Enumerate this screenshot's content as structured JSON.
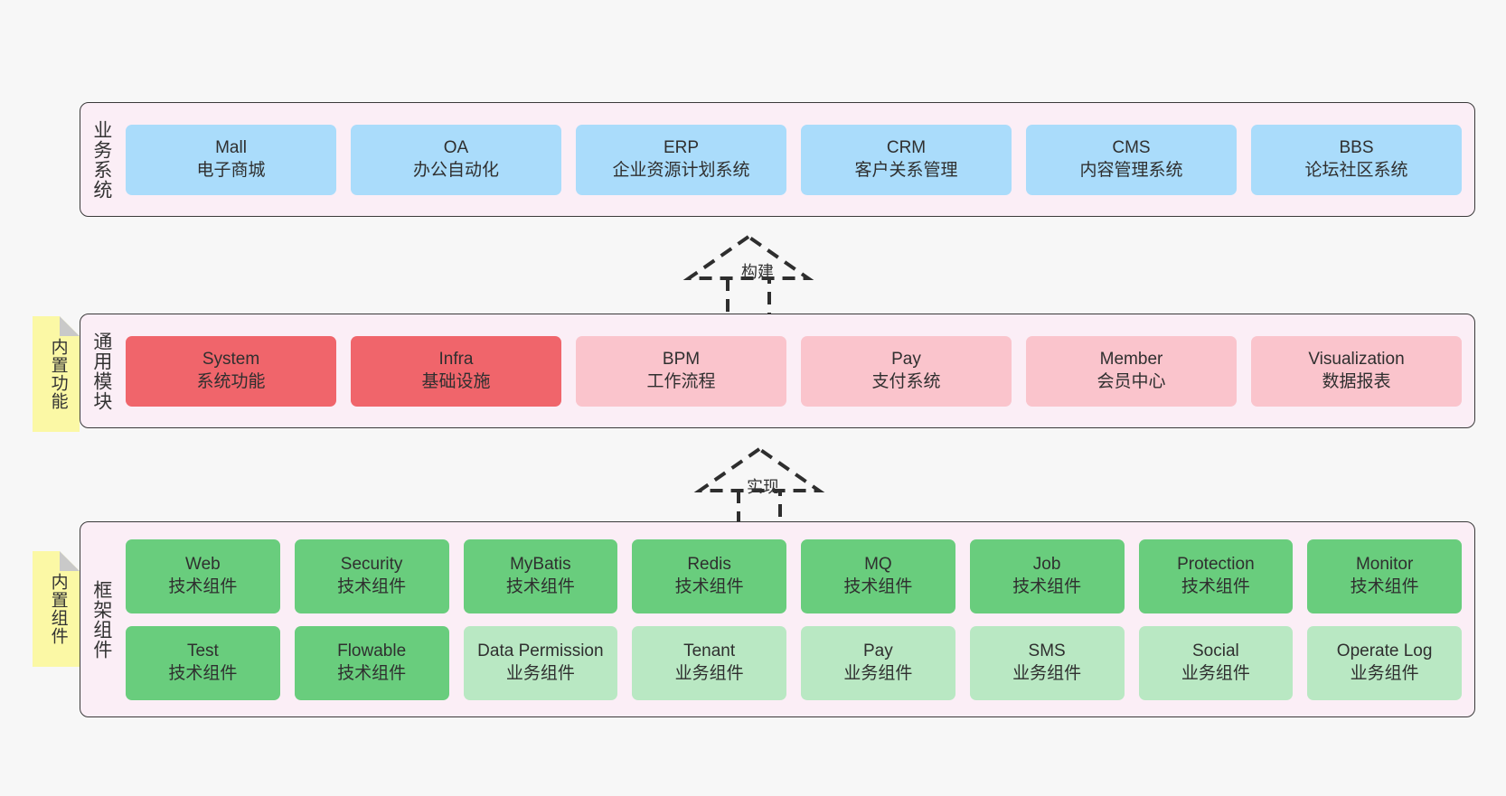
{
  "diagram": {
    "background_color": "#f7f7f7",
    "panel_bg": "#fbeef6",
    "panel_border": "#3a3a3a",
    "sticky_bg": "#fbf8a5"
  },
  "layers": {
    "business": {
      "label": "业务系统",
      "card_color": "#aadcfb",
      "cards": [
        {
          "t1": "Mall",
          "t2": "电子商城"
        },
        {
          "t1": "OA",
          "t2": "办公自动化"
        },
        {
          "t1": "ERP",
          "t2": "企业资源计划系统"
        },
        {
          "t1": "CRM",
          "t2": "客户关系管理"
        },
        {
          "t1": "CMS",
          "t2": "内容管理系统"
        },
        {
          "t1": "BBS",
          "t2": "论坛社区系统"
        }
      ]
    },
    "module": {
      "label": "通用模块",
      "card_color_strong": "#f0656b",
      "card_color_light": "#fac4cc",
      "cards": [
        {
          "t1": "System",
          "t2": "系统功能",
          "color": "#f0656b"
        },
        {
          "t1": "Infra",
          "t2": "基础设施",
          "color": "#f0656b"
        },
        {
          "t1": "BPM",
          "t2": "工作流程",
          "color": "#fac4cc"
        },
        {
          "t1": "Pay",
          "t2": "支付系统",
          "color": "#fac4cc"
        },
        {
          "t1": "Member",
          "t2": "会员中心",
          "color": "#fac4cc"
        },
        {
          "t1": "Visualization",
          "t2": "数据报表",
          "color": "#fac4cc"
        }
      ]
    },
    "framework": {
      "label": "框架组件",
      "card_color_tech": "#69cd7d",
      "card_color_biz": "#b9e8c3",
      "row1": [
        {
          "t1": "Web",
          "t2": "技术组件",
          "color": "#69cd7d"
        },
        {
          "t1": "Security",
          "t2": "技术组件",
          "color": "#69cd7d"
        },
        {
          "t1": "MyBatis",
          "t2": "技术组件",
          "color": "#69cd7d"
        },
        {
          "t1": "Redis",
          "t2": "技术组件",
          "color": "#69cd7d"
        },
        {
          "t1": "MQ",
          "t2": "技术组件",
          "color": "#69cd7d"
        },
        {
          "t1": "Job",
          "t2": "技术组件",
          "color": "#69cd7d"
        },
        {
          "t1": "Protection",
          "t2": "技术组件",
          "color": "#69cd7d"
        },
        {
          "t1": "Monitor",
          "t2": "技术组件",
          "color": "#69cd7d"
        }
      ],
      "row2": [
        {
          "t1": "Test",
          "t2": "技术组件",
          "color": "#69cd7d"
        },
        {
          "t1": "Flowable",
          "t2": "技术组件",
          "color": "#69cd7d"
        },
        {
          "t1": "Data Permission",
          "t2": "业务组件",
          "color": "#b9e8c3"
        },
        {
          "t1": "Tenant",
          "t2": "业务组件",
          "color": "#b9e8c3"
        },
        {
          "t1": "Pay",
          "t2": "业务组件",
          "color": "#b9e8c3"
        },
        {
          "t1": "SMS",
          "t2": "业务组件",
          "color": "#b9e8c3"
        },
        {
          "t1": "Social",
          "t2": "业务组件",
          "color": "#b9e8c3"
        },
        {
          "t1": "Operate Log",
          "t2": "业务组件",
          "color": "#b9e8c3"
        }
      ]
    }
  },
  "sticky_notes": [
    {
      "label": "内置功能"
    },
    {
      "label": "内置组件"
    }
  ],
  "arrows": [
    {
      "label": "构建"
    },
    {
      "label": "实现"
    }
  ]
}
